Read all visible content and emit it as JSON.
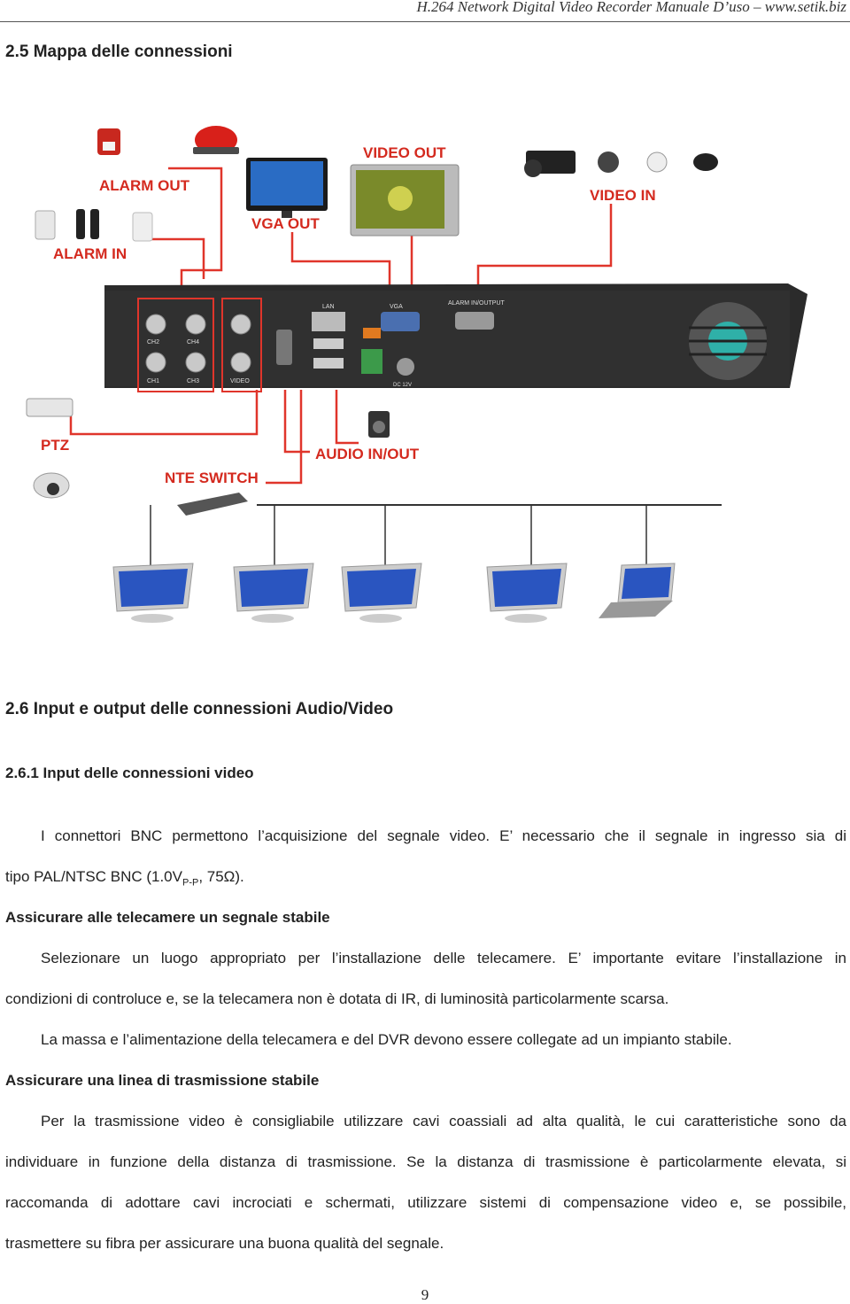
{
  "header": {
    "text": "H.264 Network Digital Video Recorder Manuale D’uso – www.setik.biz"
  },
  "section_25": {
    "title": "2.5 Mappa delle connessioni"
  },
  "diagram": {
    "labels": {
      "alarm_out": "ALARM OUT",
      "alarm_in": "ALARM IN",
      "vga_out": "VGA OUT",
      "video_out": "VIDEO OUT",
      "video_in": "VIDEO IN",
      "ptz": "PTZ",
      "nte_switch": "NTE SWITCH",
      "audio_inout": "AUDIO IN/OUT"
    },
    "panel_labels": {
      "ch1": "CH1",
      "ch2": "CH2",
      "ch3": "CH3",
      "ch4": "CH4",
      "video": "VIDEO",
      "lan": "LAN",
      "vga": "VGA",
      "alarm_inout": "ALARM IN/OUTPUT",
      "dc": "DC 12V"
    }
  },
  "section_26": {
    "title": "2.6 Input e output delle connessioni Audio/Video"
  },
  "section_261": {
    "title": "2.6.1 Input delle connessioni video"
  },
  "body": {
    "p1_line1": "I connettori BNC permettono l’acquisizione del segnale video. E’ necessario che il segnale in ingresso sia di",
    "p1_line2_a": "tipo PAL/NTSC BNC (1.0V",
    "p1_line2_sub": "P-P",
    "p1_line2_b": ", 75Ω).",
    "h_stable_signal": "Assicurare alle telecamere un segnale stabile",
    "p2_line1": "Selezionare un luogo appropriato per l’installazione delle telecamere. E’ importante evitare l’installazione in",
    "p2_line2": "condizioni di controluce e, se la telecamera non è dotata di IR, di luminosità particolarmente scarsa.",
    "p3_line1": "La massa e l’alimentazione della telecamera e del DVR devono essere collegate ad un impianto stabile.",
    "h_stable_line": "Assicurare una linea di trasmissione stabile",
    "p4_line1": "Per la trasmissione video è consigliabile utilizzare cavi coassiali ad alta qualità, le cui caratteristiche sono da",
    "p4_line2": "individuare in funzione della distanza di trasmissione. Se la distanza di trasmissione è particolarmente elevata, si",
    "p4_line3": "raccomanda di adottare cavi incrociati e schermati, utilizzare sistemi di compensazione video e, se possibile,",
    "p4_line4": "trasmettere su fibra per assicurare una buona qualità del segnale."
  },
  "page_number": "9",
  "colors": {
    "label_red": "#d42a1f",
    "wire_red": "#e0352b",
    "dvr_body": "#2b2b2b"
  }
}
